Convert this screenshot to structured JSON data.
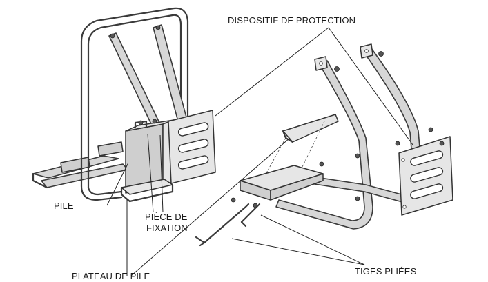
{
  "labels": {
    "guard": "DISPOSITIF DE PROTECTION",
    "battery": "PILE",
    "clamp_line1": "PIÈCE DE",
    "clamp_line2": "FIXATION",
    "tray": "PLATEAU DE PILE",
    "rods": "TIGES PLIÉES"
  }
}
